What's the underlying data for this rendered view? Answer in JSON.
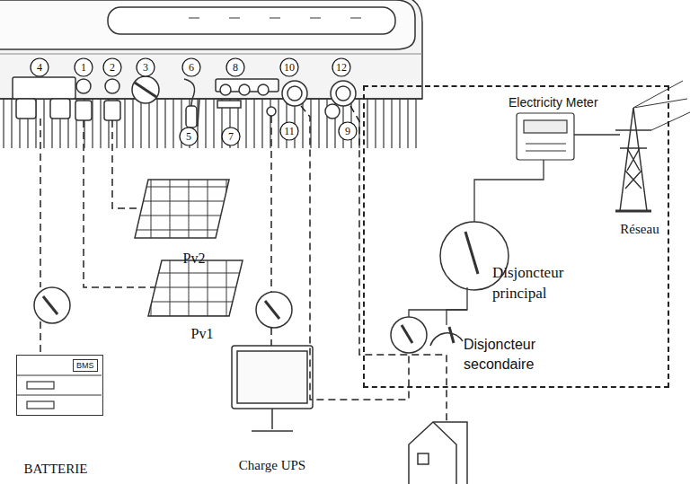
{
  "diagram": {
    "nodes": [
      {
        "text": [
          "Electricity Meter",
          "Disjoncteur principal",
          "Disjoncteur secondaire"
        ]
      },
      {
        "text": [
          "BMS"
        ]
      }
    ],
    "labels": [
      "4",
      "1",
      "2",
      "3",
      "6",
      "8",
      "10",
      "12",
      "5",
      "7",
      "11",
      "9",
      "Pv2",
      "Pv1",
      "BATTERIE",
      "Charge UPS",
      "Réseau"
    ]
  }
}
